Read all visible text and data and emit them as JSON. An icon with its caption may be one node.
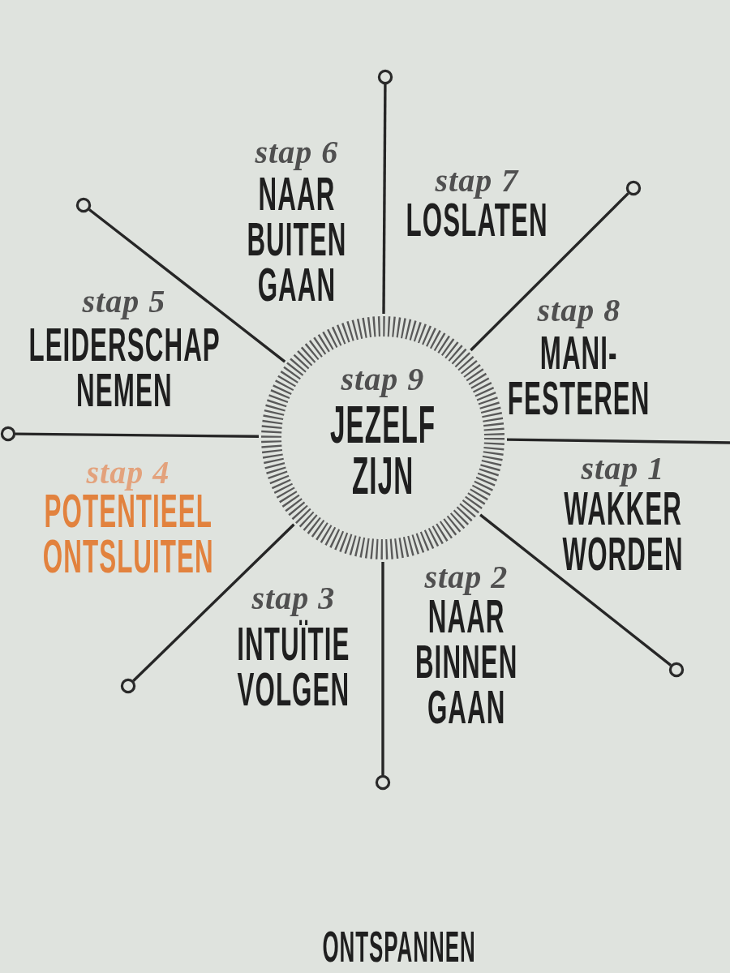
{
  "diagram": {
    "nodes": [
      {
        "text": [
          "stap 9",
          "JEZELF ZIJN"
        ]
      },
      {
        "text": [],
        "shape": "circle"
      },
      {
        "text": [],
        "shape": "circle"
      },
      {
        "text": [],
        "shape": "circle"
      },
      {
        "text": [],
        "shape": "circle"
      },
      {
        "text": [],
        "shape": "circle"
      },
      {
        "text": [],
        "shape": "circle"
      },
      {
        "text": [],
        "shape": "circle"
      }
    ],
    "edges": [
      {
        "from": 0,
        "to": 1,
        "arrow": "none"
      },
      {
        "from": 0,
        "to": 2,
        "arrow": "none"
      },
      {
        "from": 0,
        "to": 3,
        "arrow": "none"
      },
      {
        "from": 0,
        "to": 4,
        "arrow": "none"
      },
      {
        "from": 0,
        "to": null,
        "arrow": "none"
      },
      {
        "from": 0,
        "to": 5,
        "arrow": "none"
      },
      {
        "from": 0,
        "to": 6,
        "arrow": "none"
      },
      {
        "from": 0,
        "to": 7,
        "arrow": "none"
      }
    ],
    "labels": [
      "stap 6",
      "NAAR BUITEN GAAN",
      "stap 7",
      "LOSLATEN",
      "stap 5",
      "LEIDERSCHAP NEMEN",
      "stap 8",
      "MANI- FESTEREN",
      "stap 4",
      "POTENTIEEL ONTSLUITEN",
      "stap 1",
      "WAKKER WORDEN",
      "stap 2",
      "NAAR BINNEN GAAN",
      "stap 3",
      "INTUÏTIE VOLGEN",
      "ONTSPANNEN"
    ]
  }
}
